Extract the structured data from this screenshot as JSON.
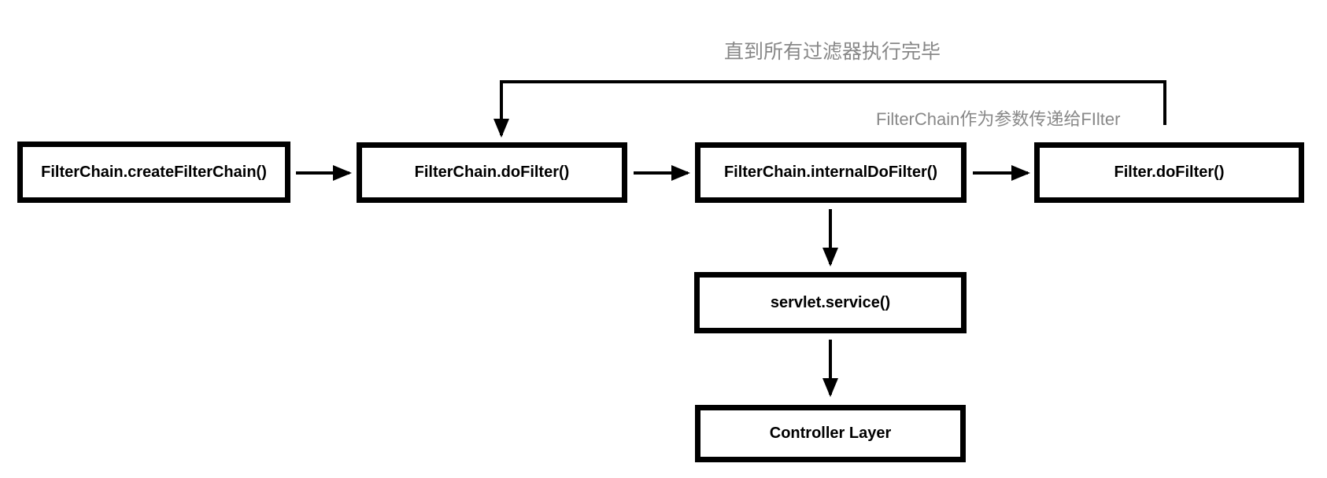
{
  "diagram": {
    "type": "flowchart",
    "background": "#ffffff",
    "nodes": [
      {
        "id": "createFilterChain",
        "label": "FilterChain.createFilterChain()"
      },
      {
        "id": "doFilter",
        "label": "FilterChain.doFilter()"
      },
      {
        "id": "internalDoFilter",
        "label": "FilterChain.internalDoFilter()"
      },
      {
        "id": "filterDoFilter",
        "label": "Filter.doFilter()"
      },
      {
        "id": "servletService",
        "label": "servlet.service()"
      },
      {
        "id": "controllerLayer",
        "label": "Controller Layer"
      }
    ],
    "annotations": [
      {
        "id": "loop-label",
        "text": "直到所有过滤器执行完毕"
      },
      {
        "id": "param-label",
        "text": "FilterChain作为参数传递给FIlter"
      }
    ],
    "edges": [
      {
        "from": "createFilterChain",
        "to": "doFilter",
        "style": "arrow"
      },
      {
        "from": "doFilter",
        "to": "internalDoFilter",
        "style": "arrow"
      },
      {
        "from": "internalDoFilter",
        "to": "filterDoFilter",
        "style": "arrow"
      },
      {
        "from": "filterDoFilter",
        "to": "doFilter",
        "style": "loopback-arrow",
        "label": "直到所有过滤器执行完毕"
      },
      {
        "from": "internalDoFilter",
        "to": "servletService",
        "style": "arrow"
      },
      {
        "from": "servletService",
        "to": "controllerLayer",
        "style": "arrow"
      }
    ],
    "colors": {
      "node_border": "#000000",
      "node_text": "#000000",
      "connector": "#000000",
      "annotation_text": "#888888",
      "background": "#ffffff"
    }
  }
}
